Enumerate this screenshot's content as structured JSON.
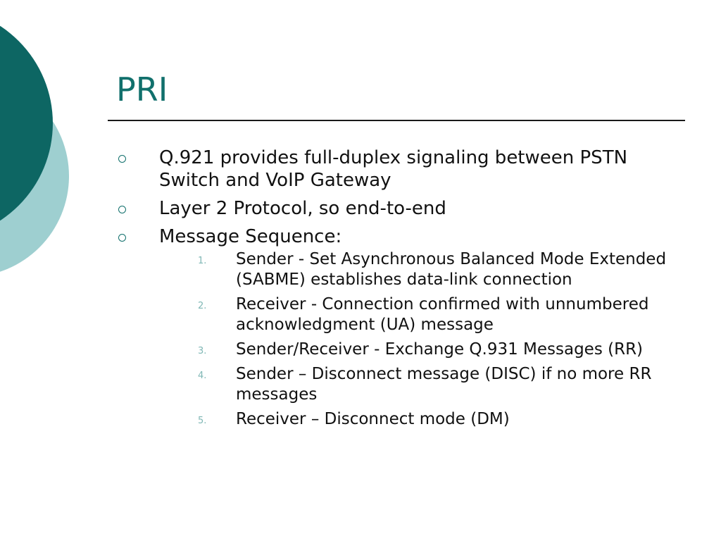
{
  "slide": {
    "title": "PRI",
    "bullets": [
      "Q.921 provides full-duplex signaling between PSTN Switch and VoIP Gateway",
      "Layer 2 Protocol, so end-to-end",
      "Message Sequence:"
    ],
    "steps": [
      {
        "num": "1.",
        "text": "Sender - Set Asynchronous Balanced Mode Extended (SABME) establishes data-link connection"
      },
      {
        "num": "2.",
        "text": "Receiver - Connection confirmed with unnumbered acknowledgment (UA) message"
      },
      {
        "num": "3.",
        "text": "Sender/Receiver - Exchange Q.931 Messages (RR)"
      },
      {
        "num": "4.",
        "text": "Sender – Disconnect message (DISC) if no more RR messages"
      },
      {
        "num": "5.",
        "text": "Receiver – Disconnect mode (DM)"
      }
    ]
  },
  "colors": {
    "title": "#11706c",
    "dark_circle": "#0d6663",
    "light_circle": "#9ecfd0",
    "step_number": "#7fb7b5"
  }
}
